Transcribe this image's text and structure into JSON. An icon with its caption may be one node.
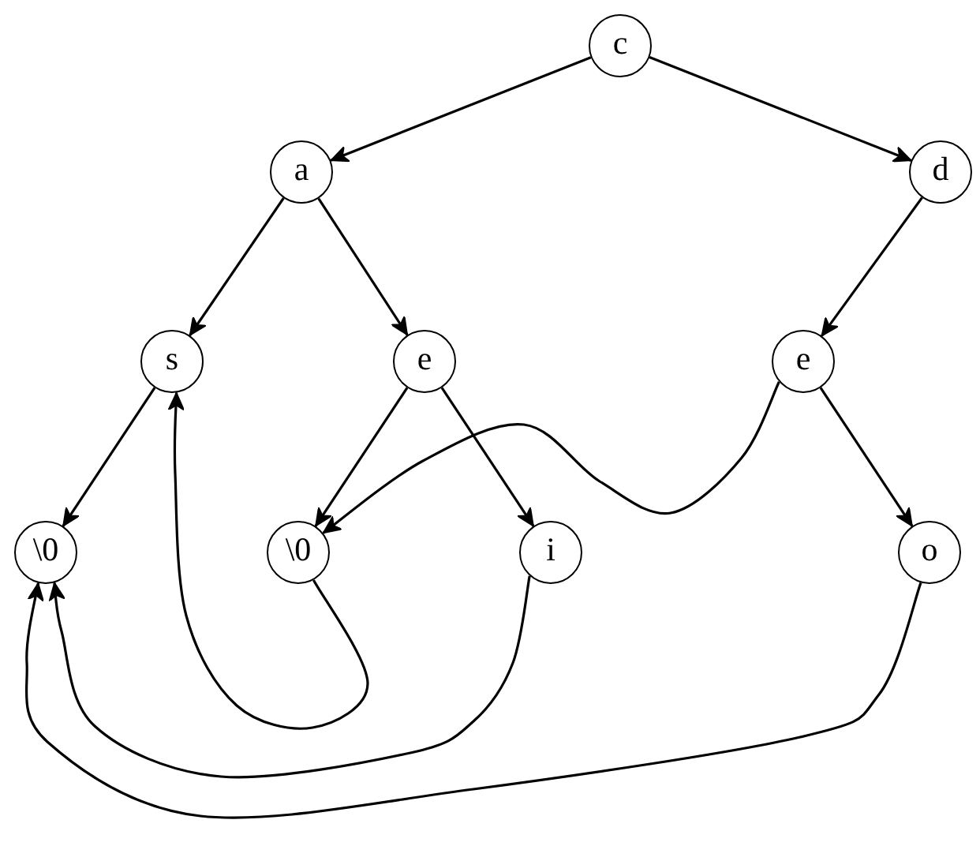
{
  "diagram": {
    "nodes": [
      {
        "text": [
          "c"
        ]
      },
      {
        "text": [
          "a"
        ]
      },
      {
        "text": [
          "d"
        ]
      },
      {
        "text": [
          "s"
        ]
      },
      {
        "text": [
          "e"
        ]
      },
      {
        "text": [
          "e"
        ]
      },
      {
        "text": [
          "\\0"
        ]
      },
      {
        "text": [
          "\\0"
        ]
      },
      {
        "text": [
          "i"
        ]
      },
      {
        "text": [
          "o"
        ]
      }
    ],
    "edges": [
      {
        "from": 0,
        "to": 1,
        "arrow": "to"
      },
      {
        "from": 0,
        "to": 2,
        "arrow": "to"
      },
      {
        "from": 1,
        "to": 3,
        "arrow": "to"
      },
      {
        "from": 1,
        "to": 4,
        "arrow": "to"
      },
      {
        "from": 2,
        "to": 5,
        "arrow": "to"
      },
      {
        "from": 3,
        "to": 6,
        "arrow": "to"
      },
      {
        "from": 4,
        "to": 7,
        "arrow": "to"
      },
      {
        "from": 4,
        "to": 8,
        "arrow": "to"
      },
      {
        "from": 5,
        "to": 7,
        "arrow": "to"
      },
      {
        "from": 5,
        "to": 9,
        "arrow": "to"
      },
      {
        "from": 7,
        "to": 3,
        "arrow": "to"
      },
      {
        "from": 8,
        "to": 6,
        "arrow": "to"
      },
      {
        "from": 9,
        "to": 6,
        "arrow": "to"
      }
    ]
  }
}
